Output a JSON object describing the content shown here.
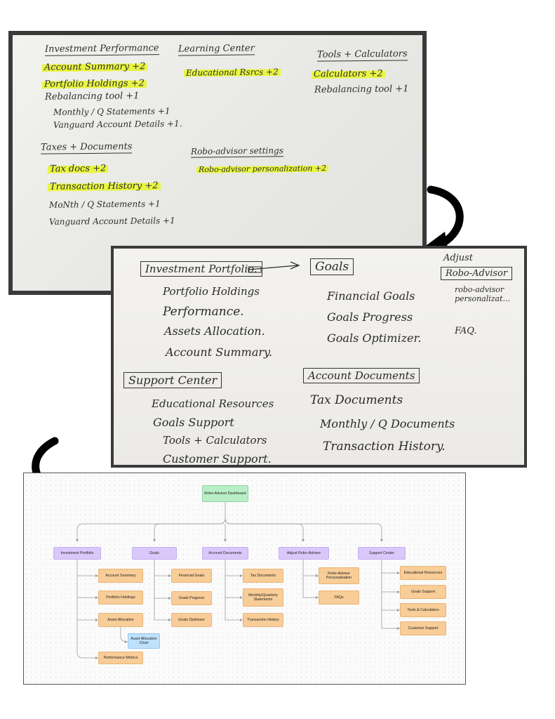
{
  "whiteboard": {
    "investment_performance": "Investment Performance",
    "account_summary": "Account Summary +2",
    "portfolio_holdings": "Portfolio Holdings +2",
    "rebalancing_tool": "Rebalancing tool +1",
    "monthly_statements": "Monthly / Q Statements +1",
    "vanguard_details": "Vanguard Account Details +1.",
    "learning_center": "Learning Center",
    "educational_rsrcs": "Educational Rsrcs +2",
    "tools_calculators": "Tools + Calculators",
    "calculators": "Calculators +2",
    "rebalancing_tool_2": "Rebalancing tool +1",
    "taxes_documents": "Taxes + Documents",
    "tax_docs": "Tax docs +2",
    "transaction_history": "Transaction History +2",
    "monthly_statements_2": "MoNth / Q Statements +1",
    "vanguard_details_2": "Vanguard Account Details +1",
    "robo_settings": "Robo-advisor settings",
    "robo_personalization": "Robo-advisor personalization +2"
  },
  "paper": {
    "investment_portfolio": "Investment Portfolio.",
    "portfolio_holdings": "Portfolio Holdings",
    "performance": "Performance.",
    "assets_allocation": "Assets Allocation.",
    "account_summary": "Account Summary.",
    "goals": "Goals",
    "financial_goals": "Financial Goals",
    "goals_progress": "Goals Progress",
    "goals_optimizer": "Goals Optimizer.",
    "adjust": "Adjust",
    "robo_advisor": "Robo-Advisor",
    "robo_personalization": "robo-advisor personalizat...",
    "faq": "FAQ.",
    "support_center": "Support Center",
    "educational_resources": "Educational Resources",
    "goals_support": "Goals Support",
    "tools_calculators": "Tools + Calculators",
    "customer_support": "Customer Support.",
    "account_documents": "Account Documents",
    "tax_documents": "Tax Documents",
    "monthly_documents": "Monthly / Q Documents",
    "transaction_history": "Transaction History."
  },
  "sitemap": {
    "root": "Robo-Advisor Dashboard",
    "categories": [
      "Investment Portfolio",
      "Goals",
      "Account Documents",
      "Adjust Robo-Advisor",
      "Support Center"
    ],
    "investment_portfolio_items": [
      "Account Summary",
      "Portfolio Holdings",
      "Asset Allocation",
      "Performance Metrics"
    ],
    "asset_allocation_sub": "Asset Allocation Chart",
    "goals_items": [
      "Financial Goals",
      "Goals Progress",
      "Goals Optimizer"
    ],
    "account_documents_items": [
      "Tax Documents",
      "Monthly/Quarterly Statements",
      "Transaction History"
    ],
    "adjust_items": [
      "Robo-Advisor Personalization",
      "FAQs"
    ],
    "support_items": [
      "Educational Resources",
      "Goals Support",
      "Tools & Calculators",
      "Customer Support"
    ]
  },
  "colors": {
    "highlight": "#e8f542",
    "root": "#b8efc6",
    "category": "#dac8fb",
    "leaf": "#f8cd98",
    "sub": "#bfe1fb"
  }
}
